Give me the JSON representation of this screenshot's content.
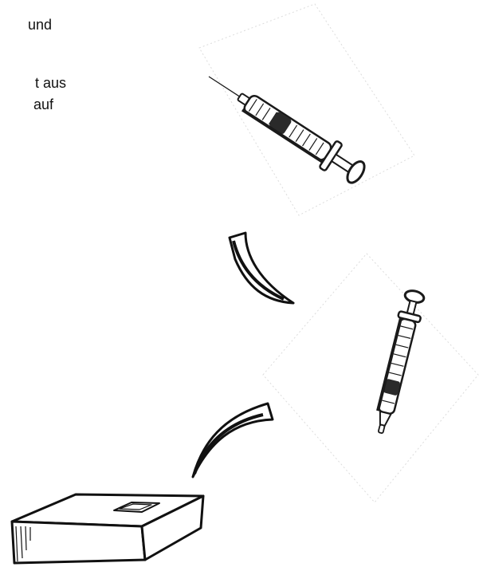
{
  "text_fragments": [
    "und",
    "t aus",
    "auf"
  ],
  "illustration": {
    "icons": [
      "syringe-icon",
      "syringe-icon",
      "curved-arrow-icon",
      "curved-arrow-icon",
      "box-icon"
    ],
    "ink_color": "#1a1a1a",
    "paper_color": "#ffffff"
  }
}
